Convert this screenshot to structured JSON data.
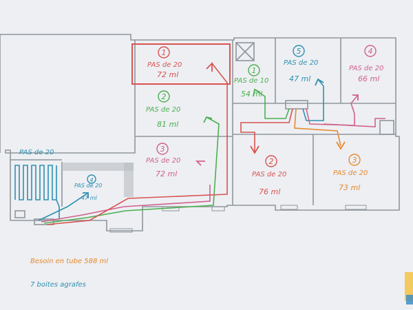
{
  "colors": {
    "red": "#d9534f",
    "green": "#4caf50",
    "pink": "#d0608c",
    "blue": "#2f8fb0",
    "orange": "#e8892c",
    "wall": "#8f959b",
    "paper": "#f2f4f6",
    "shadow": "#c9cdd1"
  },
  "circuits": [
    {
      "id": "red-1",
      "number": "1",
      "pas": "PAS de 20",
      "length": "72 ml",
      "color": "red"
    },
    {
      "id": "green-2",
      "number": "2",
      "pas": "PAS de 20",
      "length": "81 ml",
      "color": "green"
    },
    {
      "id": "pink-3",
      "number": "3",
      "pas": "PAS de 20",
      "length": "72 ml",
      "color": "pink"
    },
    {
      "id": "green-1",
      "number": "1",
      "pas": "PAS de 10",
      "length": "54 ml",
      "color": "green"
    },
    {
      "id": "blue-5",
      "number": "5",
      "pas": "PAS de 20",
      "length": "47 ml",
      "color": "blue"
    },
    {
      "id": "pink-4",
      "number": "4",
      "pas": "PAS de 20",
      "length": "66 ml",
      "color": "pink"
    },
    {
      "id": "red-2",
      "number": "2",
      "pas": "PAS de 20",
      "length": "76 ml",
      "color": "red"
    },
    {
      "id": "orange-3",
      "number": "3",
      "pas": "PAS de 20",
      "length": "73 ml",
      "color": "orange"
    },
    {
      "id": "blue-4",
      "number": "4",
      "pas": "PAS de 20",
      "length": "47 ml",
      "color": "blue"
    }
  ],
  "bathroom_label": "PAS de 20",
  "notes": {
    "tube_need": "Besoin en tube  588 ml",
    "boxes": "7 boites agrafes"
  }
}
